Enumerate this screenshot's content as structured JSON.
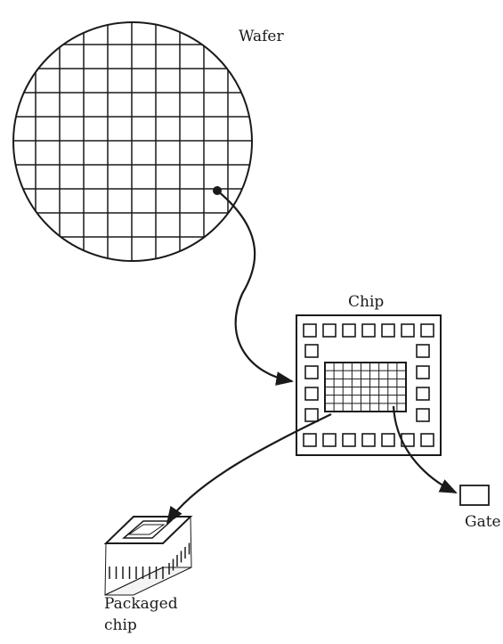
{
  "labels": {
    "wafer": "Wafer",
    "chip": "Chip",
    "gate": "Gate",
    "packaged_line1": "Packaged",
    "packaged_line2": "chip"
  },
  "colors": {
    "background": "#ffffff",
    "ink": "#1a1a1a"
  }
}
